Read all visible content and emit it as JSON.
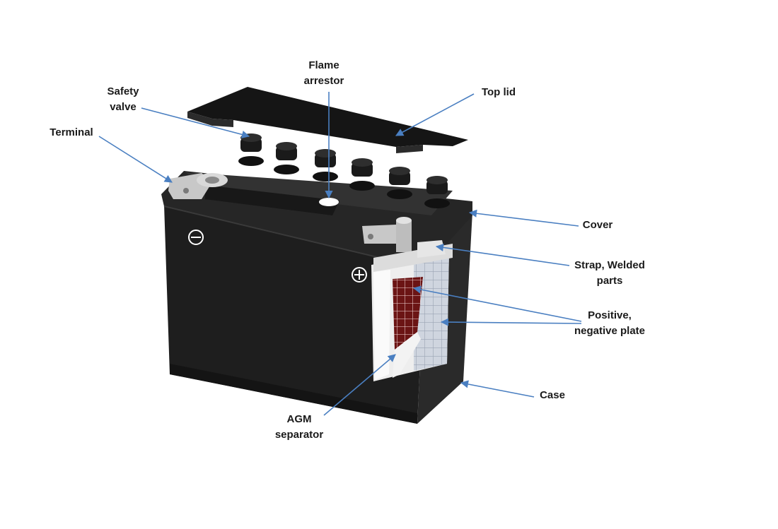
{
  "colors": {
    "leader": "#4a7fc1",
    "body": "#1e1e1e",
    "plate_positive": "#6b1414",
    "plate_grid": "#c9d0dc",
    "separator": "#e8e8e8",
    "terminal": "#c8c8c8"
  },
  "labels": {
    "flame_arrestor": [
      "Flame",
      "arrestor"
    ],
    "safety_valve": [
      "Safety",
      "valve"
    ],
    "top_lid": "Top lid",
    "terminal": "Terminal",
    "cover": "Cover",
    "strap": [
      "Strap, Welded",
      "parts"
    ],
    "plate": [
      "Positive,",
      "negative plate"
    ],
    "case": "Case",
    "agm": [
      "AGM",
      "separator"
    ]
  },
  "polarity": {
    "negative_symbol": "minus-symbol-icon",
    "positive_symbol": "plus-symbol-icon"
  }
}
